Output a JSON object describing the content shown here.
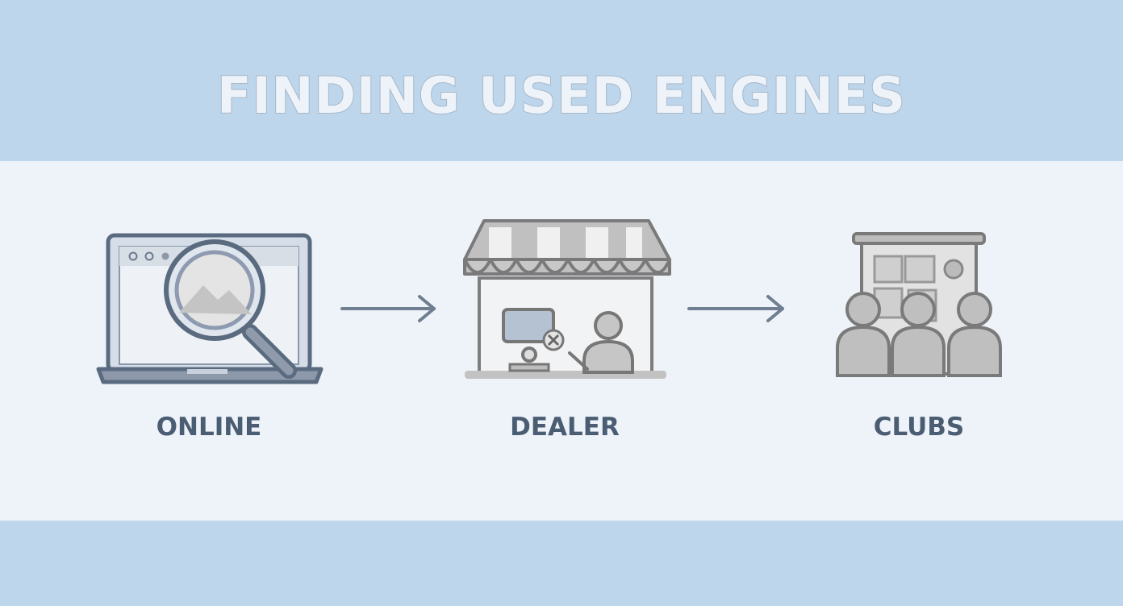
{
  "title": "FINDING USED ENGINES",
  "steps": [
    {
      "label": "ONLINE",
      "icon": "laptop-search-icon"
    },
    {
      "label": "DEALER",
      "icon": "storefront-icon"
    },
    {
      "label": "CLUBS",
      "icon": "club-group-icon"
    }
  ],
  "colors": {
    "band": "#bdd6ec",
    "panel": "#eef3f9",
    "label": "#4a5d73",
    "stroke": "#5a6b80",
    "gray_stroke": "#808080"
  }
}
